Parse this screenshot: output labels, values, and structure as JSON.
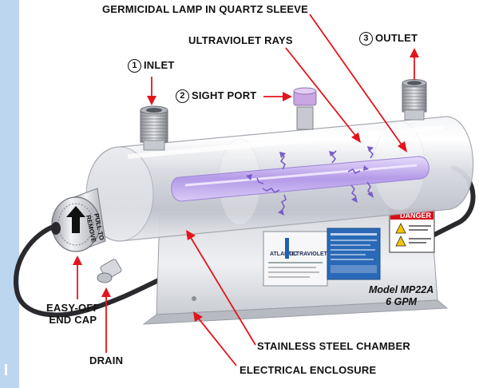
{
  "labels": {
    "lamp": "GERMICIDAL LAMP IN QUARTZ SLEEVE",
    "uv_rays": "ULTRAVIOLET RAYS",
    "outlet_num": "3",
    "outlet": "OUTLET",
    "inlet_num": "1",
    "inlet": "INLET",
    "sight_num": "2",
    "sight_port": "SIGHT PORT",
    "end_cap_line1": "EASY-OFF",
    "end_cap_line2": "END CAP",
    "stainless": "STAINLESS STEEL CHAMBER",
    "drain": "DRAIN",
    "enclosure": "ELECTRICAL ENCLOSURE"
  },
  "model": {
    "line1": "Model MP22A",
    "line2": "6 GPM"
  },
  "device_markings": {
    "brand_line1": "ATLANTIC",
    "brand_line2": "ULTRAVIOLET",
    "danger": "DANGER",
    "end_cap_text1": "PULL TO",
    "end_cap_text2": "REMOVE"
  },
  "colors": {
    "sidebar": "#bcd6ef",
    "arrow": "#e3141b",
    "uv": "#7a5cc8",
    "lamp_glow": "#c9b6f2",
    "danger_red": "#d8101a",
    "plate_blue": "#1f5fae"
  }
}
